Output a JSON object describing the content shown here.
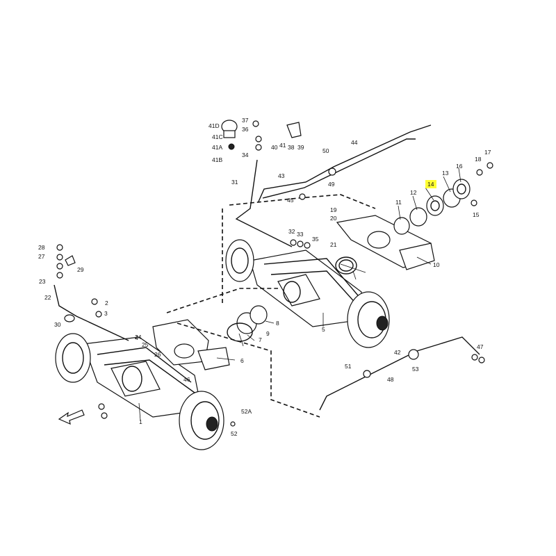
{
  "diagram": {
    "highlighted_label": "14",
    "callouts": [
      "1",
      "2",
      "3",
      "4",
      "5",
      "6",
      "7",
      "8",
      "9",
      "10",
      "11",
      "12",
      "13",
      "14",
      "15",
      "16",
      "17",
      "18",
      "19",
      "20",
      "21",
      "22",
      "23",
      "24",
      "25",
      "26",
      "27",
      "28",
      "29",
      "30",
      "31",
      "32",
      "33",
      "34",
      "35",
      "36",
      "37",
      "38",
      "39",
      "40",
      "41",
      "41A",
      "41B",
      "41C",
      "41D",
      "42",
      "43",
      "44",
      "45",
      "46",
      "47",
      "48",
      "49",
      "50",
      "51",
      "52",
      "52A",
      "53"
    ],
    "colors": {
      "line": "#111111",
      "highlight": "#ffff33",
      "background": "#ffffff"
    },
    "icons": [
      "front-direction-arrow-icon"
    ]
  }
}
